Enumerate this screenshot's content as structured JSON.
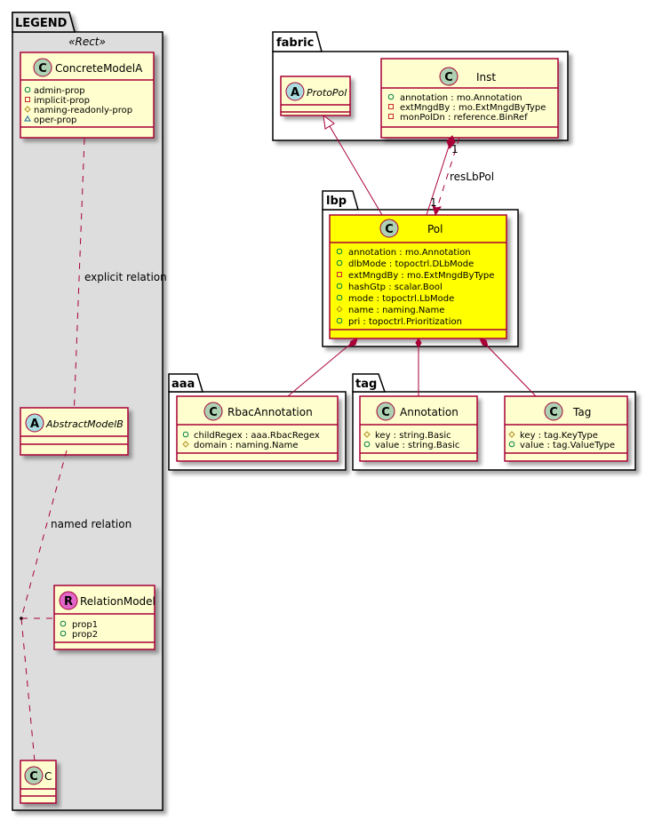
{
  "colors": {
    "class_fill": "#FEFECE",
    "highlight_fill": "#FFFF00",
    "border": "#A80036",
    "legend_bg": "#DDDDDD",
    "circle_class": "#ADD1B2",
    "circle_abstract": "#A9DCDF",
    "circle_relation": "#E066C8"
  },
  "legend": {
    "title": "LEGEND",
    "stereotype": "«Rect»",
    "concrete": {
      "glyph": "C",
      "name": "ConcreteModelA",
      "attrs": [
        {
          "vis": "+",
          "text": "admin-prop"
        },
        {
          "vis": "-",
          "text": "implicit-prop"
        },
        {
          "vis": "#",
          "text": "naming-readonly-prop"
        },
        {
          "vis": "~",
          "text": "oper-prop"
        }
      ]
    },
    "explicit_label": "explicit relation",
    "abstract": {
      "glyph": "A",
      "name": "AbstractModelB"
    },
    "named_label": "named relation",
    "relation": {
      "glyph": "R",
      "name": "RelationModel",
      "attrs": [
        {
          "vis": "+",
          "text": "prop1"
        },
        {
          "vis": "+",
          "text": "prop2"
        }
      ]
    },
    "target": {
      "glyph": "C",
      "name": "C"
    }
  },
  "packages": {
    "fabric": "fabric",
    "lbp": "lbp",
    "aaa": "aaa",
    "tag": "tag"
  },
  "classes": {
    "protopol": {
      "glyph": "A",
      "name": "ProtoPol"
    },
    "inst": {
      "glyph": "C",
      "name": "Inst",
      "attrs": [
        {
          "vis": "+",
          "text": "annotation : mo.Annotation"
        },
        {
          "vis": "-",
          "text": "extMngdBy : mo.ExtMngdByType"
        },
        {
          "vis": "-",
          "text": "monPolDn : reference.BinRef"
        }
      ]
    },
    "pol": {
      "glyph": "C",
      "name": "Pol",
      "attrs": [
        {
          "vis": "+",
          "text": "annotation : mo.Annotation"
        },
        {
          "vis": "+",
          "text": "dlbMode : topoctrl.DLbMode"
        },
        {
          "vis": "-",
          "text": "extMngdBy : mo.ExtMngdByType"
        },
        {
          "vis": "+",
          "text": "hashGtp : scalar.Bool"
        },
        {
          "vis": "+",
          "text": "mode : topoctrl.LbMode"
        },
        {
          "vis": "#",
          "text": "name : naming.Name"
        },
        {
          "vis": "+",
          "text": "pri : topoctrl.Prioritization"
        }
      ]
    },
    "rbac": {
      "glyph": "C",
      "name": "RbacAnnotation",
      "attrs": [
        {
          "vis": "+",
          "text": "childRegex : aaa.RbacRegex"
        },
        {
          "vis": "#",
          "text": "domain : naming.Name"
        }
      ]
    },
    "annotation": {
      "glyph": "C",
      "name": "Annotation",
      "attrs": [
        {
          "vis": "#",
          "text": "key : string.Basic"
        },
        {
          "vis": "+",
          "text": "value : string.Basic"
        }
      ]
    },
    "tag": {
      "glyph": "C",
      "name": "Tag",
      "attrs": [
        {
          "vis": "#",
          "text": "key : tag.KeyType"
        },
        {
          "vis": "+",
          "text": "value : tag.ValueType"
        }
      ]
    }
  },
  "edges": {
    "inst_pol_mult_top": "1",
    "inst_pol_mult_bottom": "1",
    "inst_pol_label": "resLbPol"
  }
}
